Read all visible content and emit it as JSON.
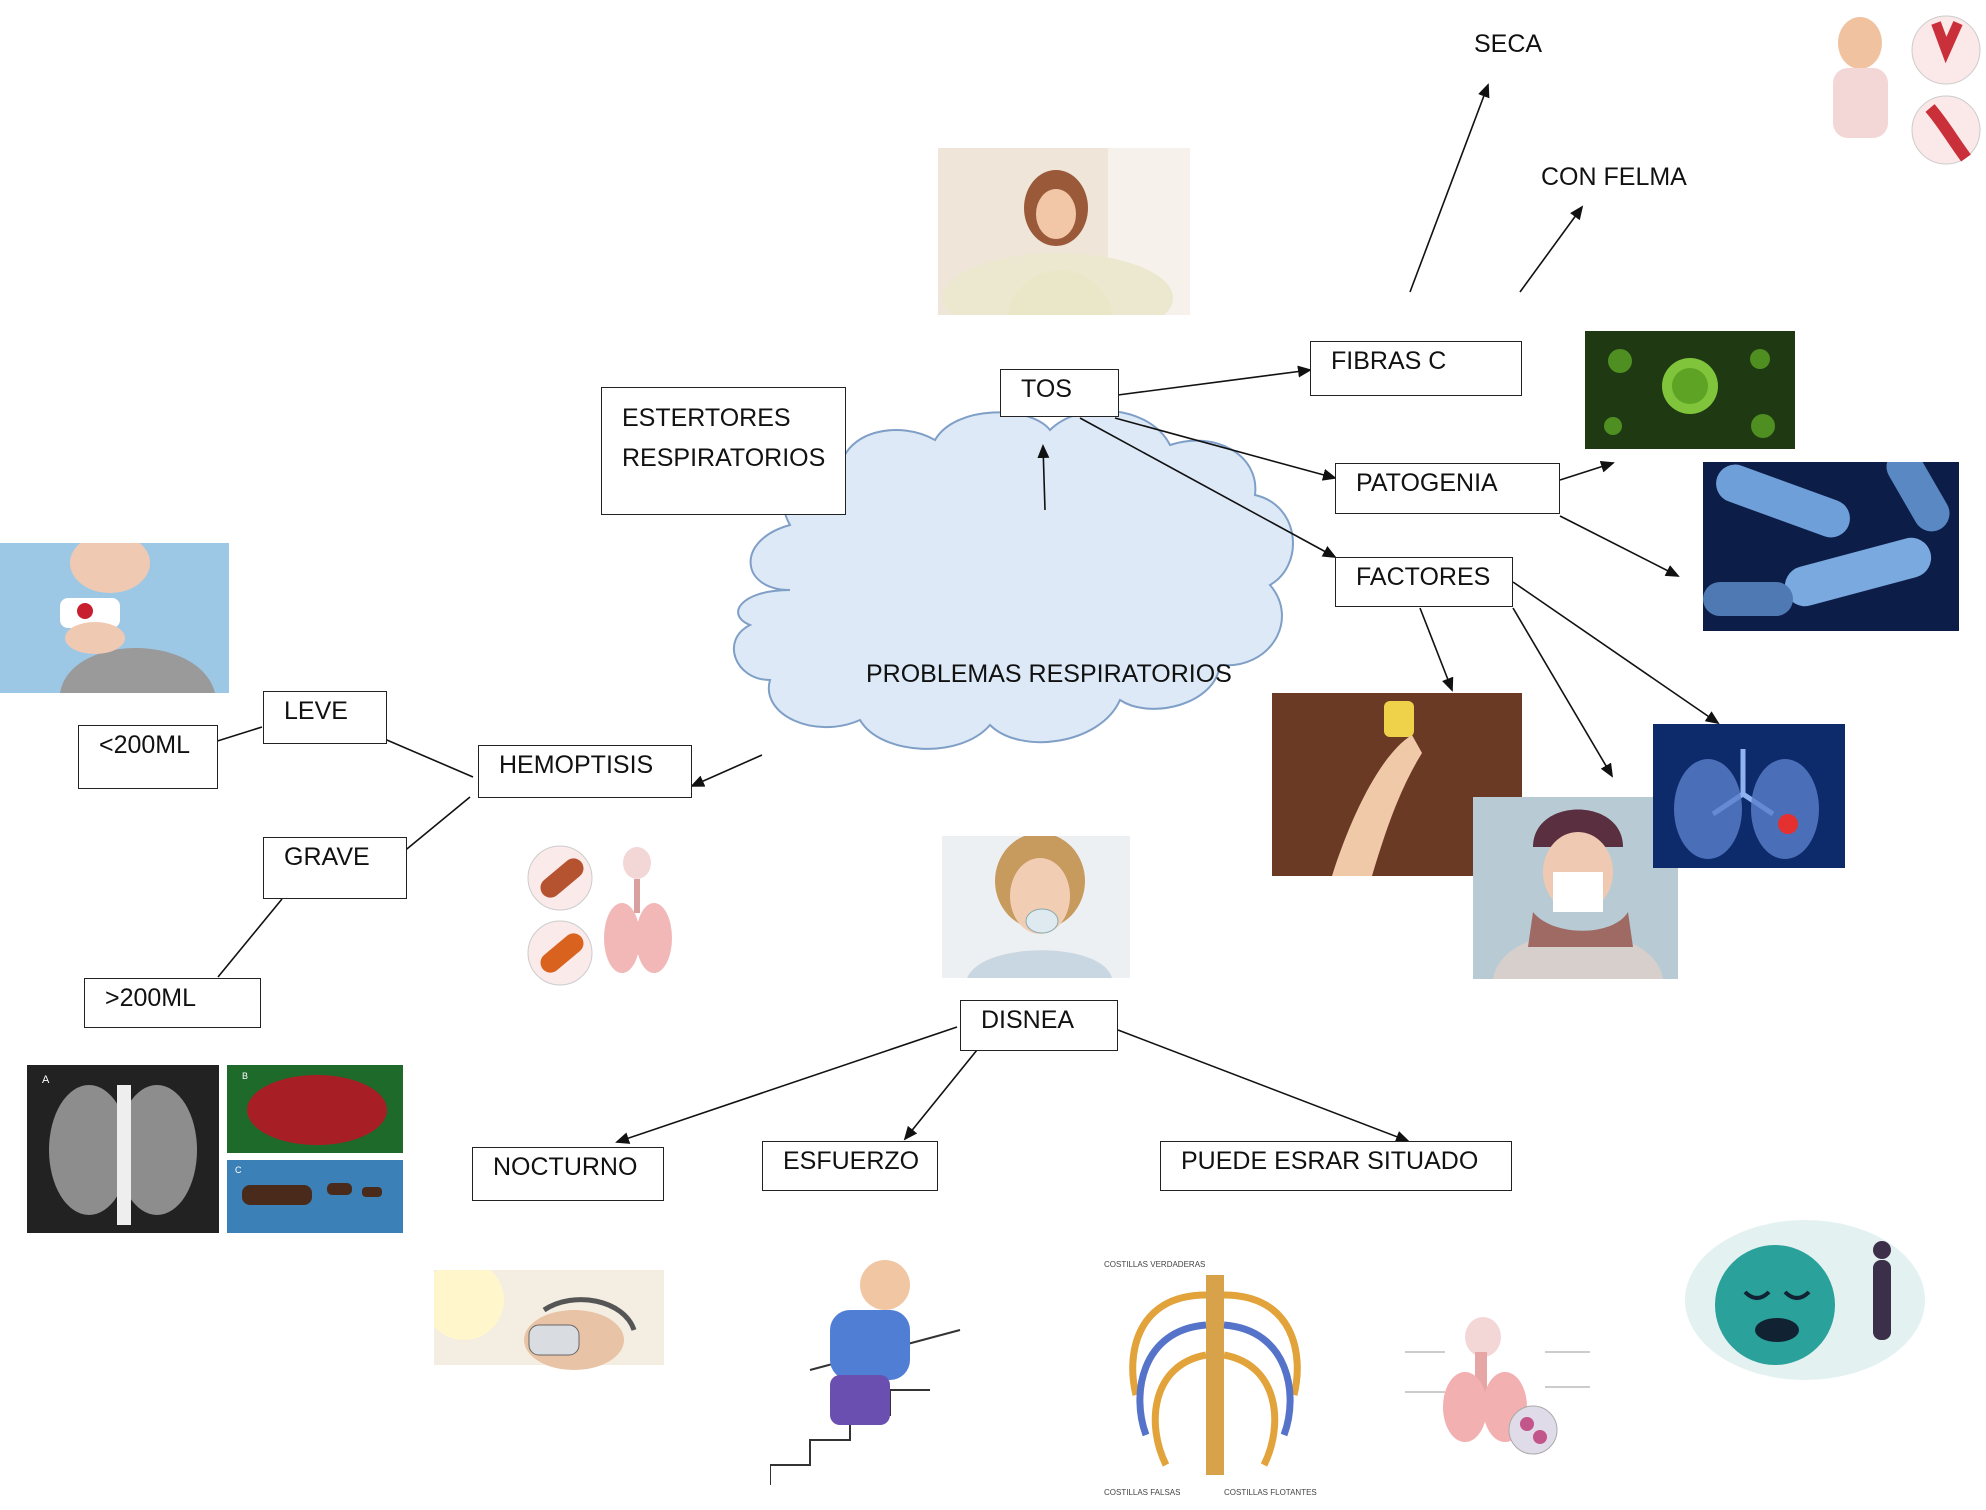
{
  "center": "PROBLEMAS RESPIRATORIOS",
  "nodes": {
    "tos": "TOS",
    "fibras_c": "FIBRAS C",
    "patogenia": "PATOGENIA",
    "factores": "FACTORES",
    "seca": "SECA",
    "con_flema": "CON  FELMA",
    "estertores_line1": "ESTERTORES",
    "estertores_line2": "RESPIRATORIOS",
    "hemoptisis": "HEMOPTISIS",
    "leve": "LEVE",
    "menos_200": "<200ML",
    "grave": "GRAVE",
    "mas_200": ">200ML",
    "disnea": "DISNEA",
    "nocturno": "NOCTURNO",
    "esfuerzo": "ESFUERZO",
    "situado": "PUEDE ESRAR SITUADO"
  },
  "illustration_labels": {
    "xray_a": "A",
    "xray_b": "B",
    "xray_c": "C",
    "ribs_top": "COSTILLAS VERDADERAS",
    "ribs_bottom_left": "COSTILLAS FALSAS",
    "ribs_bottom_right": "COSTILLAS FLOTANTES"
  },
  "colors": {
    "cloud_fill": "#dde9f6",
    "cloud_stroke": "#7f9fc7",
    "line": "#111111"
  }
}
